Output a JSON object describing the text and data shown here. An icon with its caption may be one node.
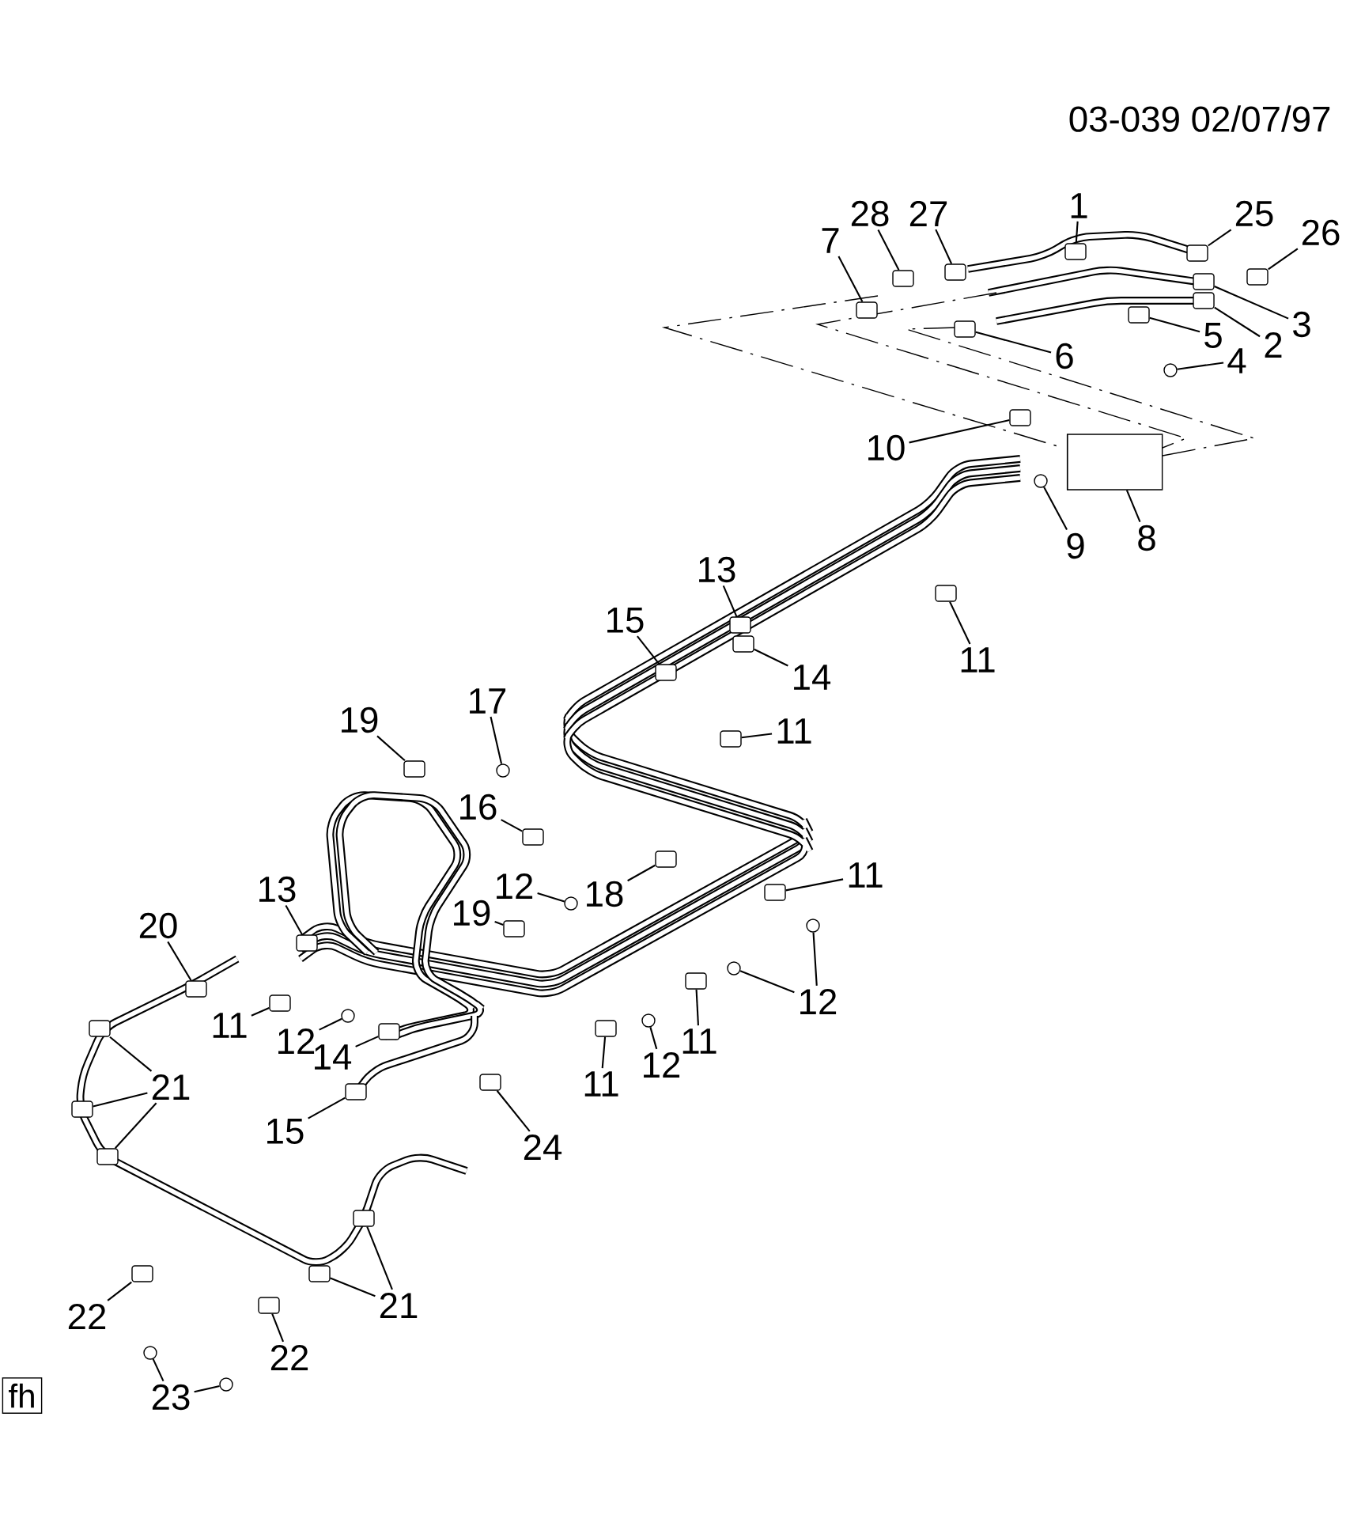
{
  "diagram": {
    "nodes": [
      {
        "text": [
          "1"
        ]
      },
      {
        "text": [
          "25"
        ]
      },
      {
        "text": [
          "26"
        ]
      },
      {
        "text": [
          "28"
        ]
      },
      {
        "text": [
          "27"
        ]
      },
      {
        "text": [
          "7"
        ]
      },
      {
        "text": [
          "3"
        ]
      },
      {
        "text": [
          "2"
        ]
      },
      {
        "text": [
          "5"
        ]
      },
      {
        "text": [
          "6"
        ]
      },
      {
        "text": [
          "4"
        ]
      },
      {
        "text": [
          "10"
        ]
      },
      {
        "text": [
          "8"
        ]
      },
      {
        "text": [
          "9"
        ]
      },
      {
        "text": [
          "13"
        ]
      },
      {
        "text": [
          "15"
        ]
      },
      {
        "text": [
          "11"
        ]
      },
      {
        "text": [
          "14"
        ]
      },
      {
        "text": [
          "19"
        ]
      },
      {
        "text": [
          "17"
        ]
      },
      {
        "text": [
          "11"
        ]
      },
      {
        "text": [
          "16"
        ]
      },
      {
        "text": [
          "11"
        ]
      },
      {
        "text": [
          "12"
        ]
      },
      {
        "text": [
          "18"
        ]
      },
      {
        "text": [
          "13"
        ]
      },
      {
        "text": [
          "19"
        ]
      },
      {
        "text": [
          "20"
        ]
      },
      {
        "text": [
          "12"
        ]
      },
      {
        "text": [
          "11"
        ]
      },
      {
        "text": [
          "12"
        ]
      },
      {
        "text": [
          "14"
        ]
      },
      {
        "text": [
          "11"
        ]
      },
      {
        "text": [
          "12"
        ]
      },
      {
        "text": [
          "11"
        ]
      },
      {
        "text": [
          "21"
        ]
      },
      {
        "text": [
          "15"
        ]
      },
      {
        "text": [
          "24"
        ]
      },
      {
        "text": [
          "21"
        ]
      },
      {
        "text": [
          "22"
        ]
      },
      {
        "text": [
          "22"
        ]
      },
      {
        "text": [
          "23"
        ]
      },
      {
        "text": [],
        "shape": "box"
      },
      {
        "text": [],
        "shape": "box"
      },
      {
        "text": [],
        "shape": "box"
      },
      {
        "text": [],
        "shape": "box"
      },
      {
        "text": [],
        "shape": "box"
      },
      {
        "text": [],
        "shape": "box"
      },
      {
        "text": [],
        "shape": "box"
      },
      {
        "text": [],
        "shape": "box"
      },
      {
        "text": [],
        "shape": "box"
      },
      {
        "text": [],
        "shape": "box"
      },
      {
        "text": [],
        "shape": "circle"
      },
      {
        "text": [],
        "shape": "box"
      },
      {
        "text": [],
        "shape": "cylinder"
      },
      {
        "text": [],
        "shape": "circle"
      },
      {
        "text": [],
        "shape": "box"
      },
      {
        "text": [],
        "shape": "box"
      },
      {
        "text": [],
        "shape": "box"
      },
      {
        "text": [],
        "shape": "box"
      },
      {
        "text": [],
        "shape": "box"
      },
      {
        "text": [],
        "shape": "circle"
      },
      {
        "text": [],
        "shape": "box"
      },
      {
        "text": [],
        "shape": "box"
      },
      {
        "text": [],
        "shape": "box"
      },
      {
        "text": [],
        "shape": "circle"
      },
      {
        "text": [],
        "shape": "box"
      },
      {
        "text": [],
        "shape": "box"
      },
      {
        "text": [],
        "shape": "box"
      },
      {
        "text": [],
        "shape": "box"
      },
      {
        "text": [],
        "shape": "circle"
      },
      {
        "text": [],
        "shape": "circle"
      },
      {
        "text": [],
        "shape": "box"
      },
      {
        "text": [],
        "shape": "circle"
      },
      {
        "text": [],
        "shape": "box"
      },
      {
        "text": [],
        "shape": "box"
      },
      {
        "text": [],
        "shape": "circle"
      },
      {
        "text": [],
        "shape": "box"
      },
      {
        "text": [],
        "shape": "box"
      },
      {
        "text": [],
        "shape": "box"
      },
      {
        "text": [],
        "shape": "box"
      },
      {
        "text": [],
        "shape": "box"
      },
      {
        "text": [],
        "shape": "box"
      },
      {
        "text": [],
        "shape": "box"
      },
      {
        "text": [],
        "shape": "box"
      },
      {
        "text": [],
        "shape": "box"
      },
      {
        "text": [],
        "shape": "box"
      },
      {
        "text": [],
        "shape": "circle"
      },
      {
        "text": [],
        "shape": "circle"
      }
    ],
    "edges": [
      {
        "from": 0,
        "to": 42,
        "arrow": "none"
      },
      {
        "from": 1,
        "to": 43,
        "arrow": "none"
      },
      {
        "from": 2,
        "to": 44,
        "arrow": "none"
      },
      {
        "from": 3,
        "to": 45,
        "arrow": "none"
      },
      {
        "from": 4,
        "to": 46,
        "arrow": "none"
      },
      {
        "from": 5,
        "to": 47,
        "arrow": "none"
      },
      {
        "from": 6,
        "to": 48,
        "arrow": "none"
      },
      {
        "from": 7,
        "to": 49,
        "arrow": "none"
      },
      {
        "from": 8,
        "to": 50,
        "arrow": "none"
      },
      {
        "from": 9,
        "to": 51,
        "arrow": "none"
      },
      {
        "from": 10,
        "to": 52,
        "arrow": "none"
      },
      {
        "from": 11,
        "to": 53,
        "arrow": "none"
      },
      {
        "from": 12,
        "to": 54,
        "arrow": "none"
      },
      {
        "from": 13,
        "to": 55,
        "arrow": "none"
      },
      {
        "from": 14,
        "to": 56,
        "arrow": "none"
      },
      {
        "from": 15,
        "to": 57,
        "arrow": "none"
      },
      {
        "from": 16,
        "to": 58,
        "arrow": "none"
      },
      {
        "from": 17,
        "to": 59,
        "arrow": "none"
      },
      {
        "from": 18,
        "to": 60,
        "arrow": "none"
      },
      {
        "from": 19,
        "to": 61,
        "arrow": "none"
      },
      {
        "from": 20,
        "to": 62,
        "arrow": "none"
      },
      {
        "from": 21,
        "to": 63,
        "arrow": "none"
      },
      {
        "from": 22,
        "to": 64,
        "arrow": "none"
      },
      {
        "from": 23,
        "to": 65,
        "arrow": "none"
      },
      {
        "from": 24,
        "to": 66,
        "arrow": "none"
      },
      {
        "from": 25,
        "to": 67,
        "arrow": "none"
      },
      {
        "from": 26,
        "to": 68,
        "arrow": "none"
      },
      {
        "from": 27,
        "to": 69,
        "arrow": "none"
      },
      {
        "from": 28,
        "to": 70,
        "arrow": "none"
      },
      {
        "from": 28,
        "to": 71,
        "arrow": "none"
      },
      {
        "from": 29,
        "to": 72,
        "arrow": "none"
      },
      {
        "from": 30,
        "to": 73,
        "arrow": "none"
      },
      {
        "from": 31,
        "to": 74,
        "arrow": "none"
      },
      {
        "from": 32,
        "to": 75,
        "arrow": "none"
      },
      {
        "from": 33,
        "to": 76,
        "arrow": "none"
      },
      {
        "from": 34,
        "to": 77,
        "arrow": "none"
      },
      {
        "from": 35,
        "to": 78,
        "arrow": "none"
      },
      {
        "from": 35,
        "to": 79,
        "arrow": "none"
      },
      {
        "from": 35,
        "to": 80,
        "arrow": "none"
      },
      {
        "from": 36,
        "to": 81,
        "arrow": "none"
      },
      {
        "from": 37,
        "to": 82,
        "arrow": "none"
      },
      {
        "from": 38,
        "to": 83,
        "arrow": "none"
      },
      {
        "from": 38,
        "to": 84,
        "arrow": "none"
      },
      {
        "from": 39,
        "to": 85,
        "arrow": "none"
      },
      {
        "from": 40,
        "to": 86,
        "arrow": "none"
      },
      {
        "from": 41,
        "to": 87,
        "arrow": "none"
      },
      {
        "from": 41,
        "to": 88,
        "arrow": "none"
      }
    ],
    "labels": [
      "03-039 02/07/97",
      "fh"
    ]
  }
}
